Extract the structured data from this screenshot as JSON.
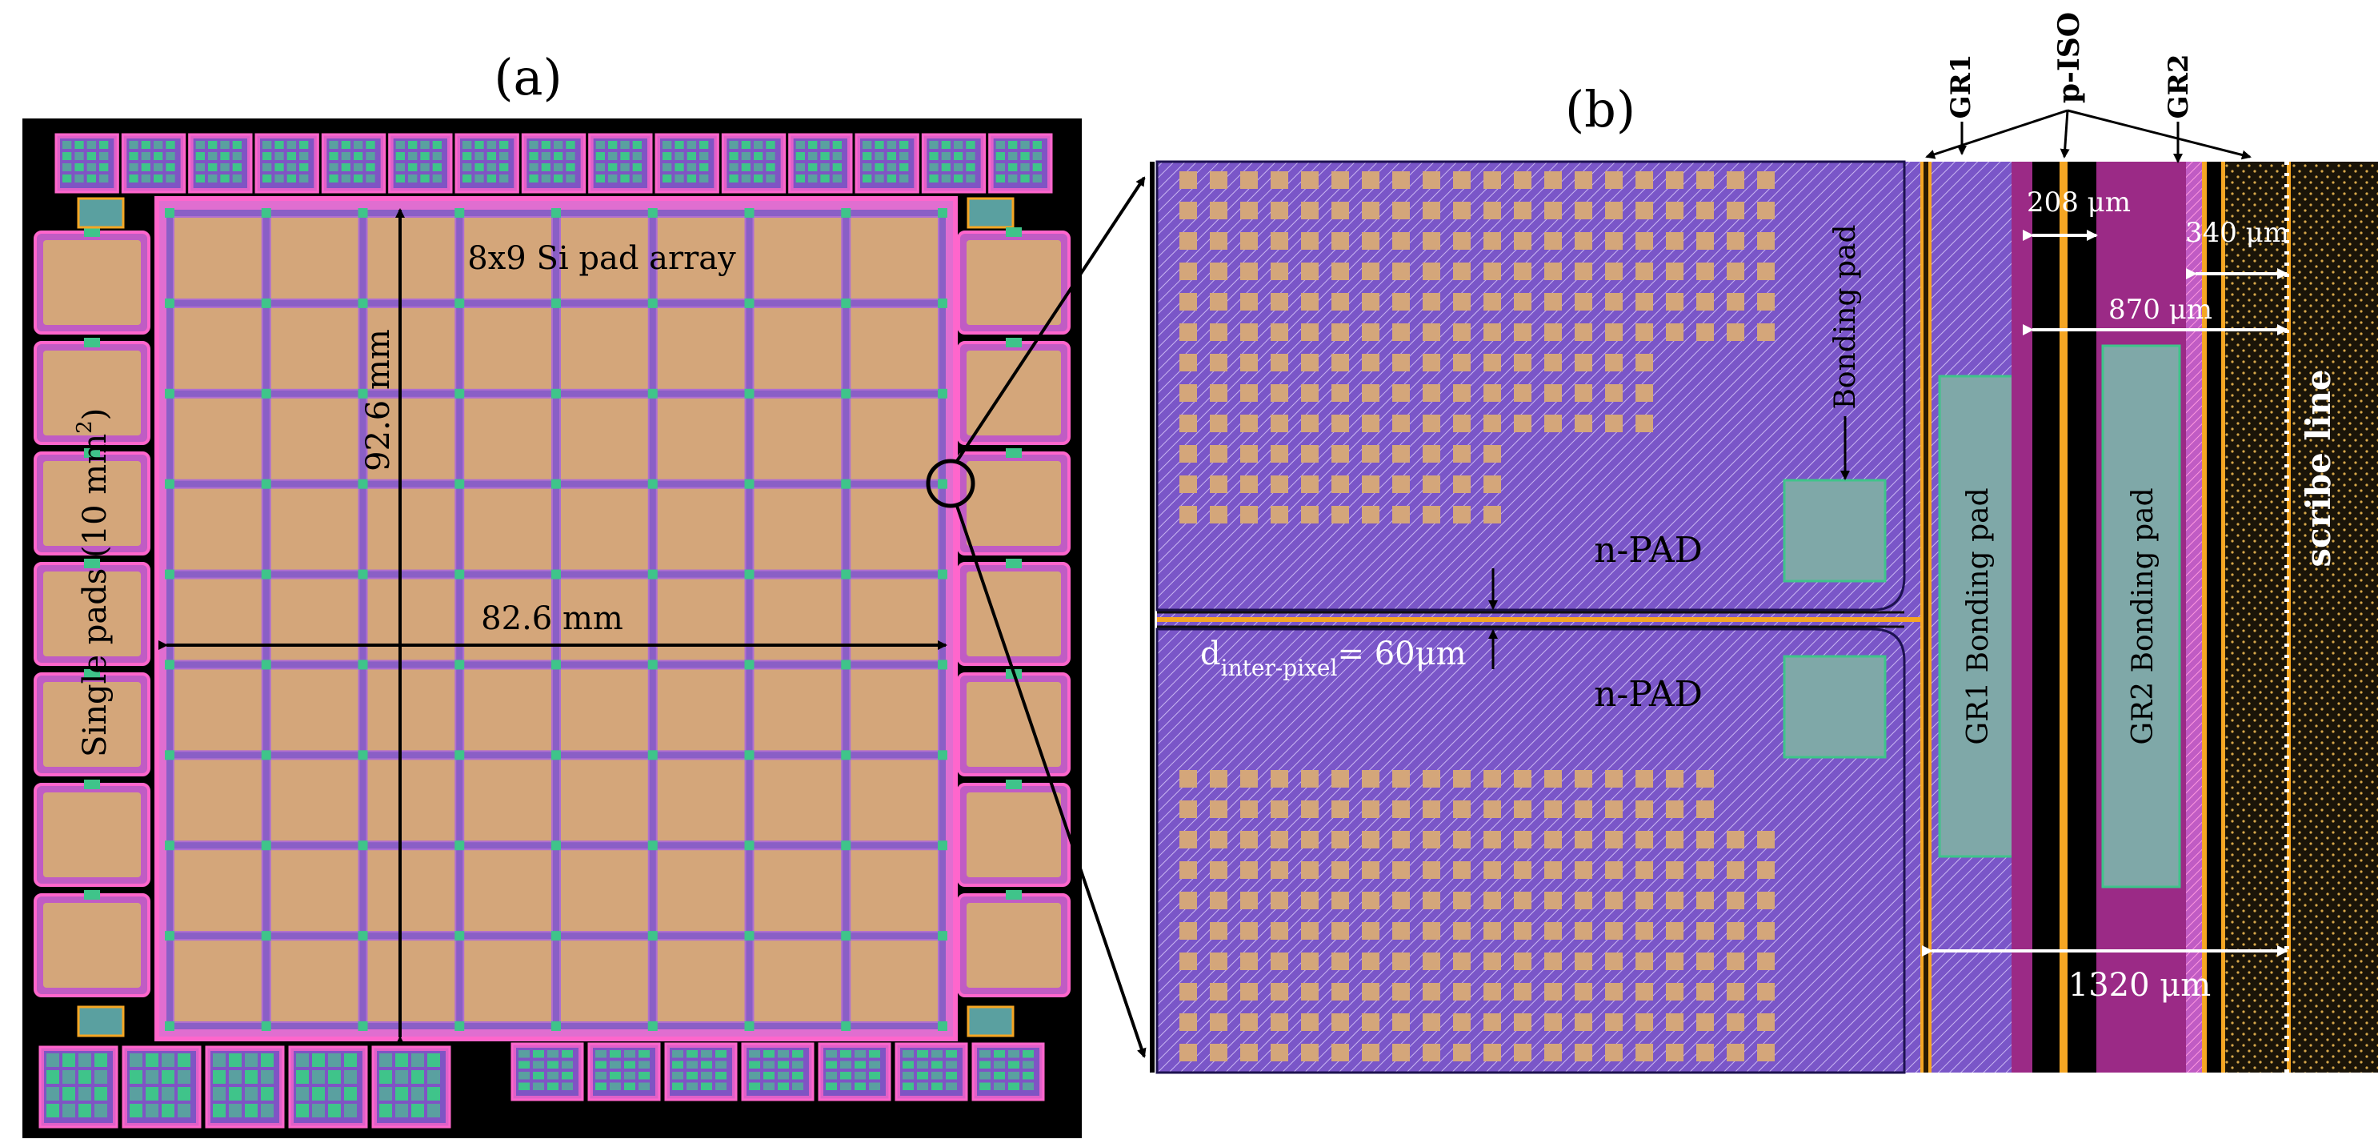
{
  "panel_a": {
    "label": "(a)",
    "array_title": "8x9 Si pad array",
    "height_dim": "92.6 mm",
    "width_dim": "82.6 mm",
    "single_pads_label_prefix": "Single pads (10 mm",
    "single_pads_label_sup": "2",
    "single_pads_label_suffix": ")",
    "grid_cols": 8,
    "grid_rows": 9
  },
  "panel_b": {
    "label": "(b)",
    "gr1": "GR1",
    "piso": "p-ISO",
    "gr2": "GR2",
    "bonding_pad": "Bonding pad",
    "npad_top": "n-PAD",
    "npad_bottom": "n-PAD",
    "inter_pixel_d": "d",
    "inter_pixel_sub": "inter-pixel",
    "inter_pixel_value": "= 60μm",
    "dim_208": "208 μm",
    "dim_340": "340 μm",
    "dim_870": "870 μm",
    "dim_1320": "1320 μm",
    "gr1_bonding_pad": "GR1 Bonding pad",
    "gr2_bonding_pad": "GR2 Bonding pad",
    "scribe_line": "scribe line"
  },
  "colors": {
    "pad_tan": "#d4a67a",
    "metal_pink": "#ff66cc",
    "purple_hatch": "#7f54c4",
    "teal": "#7fa8a8",
    "orange_line": "#f5a623",
    "green_dot": "#3fc48a",
    "magenta_ring": "#9b2a86",
    "background_black": "#000000"
  }
}
